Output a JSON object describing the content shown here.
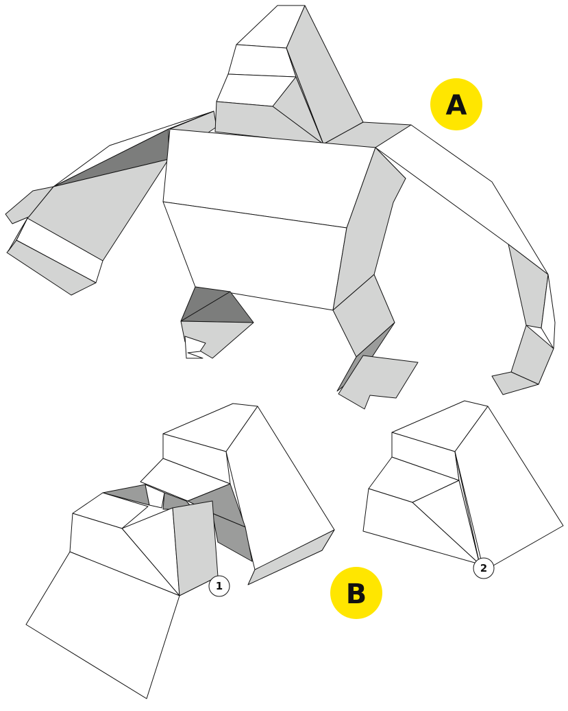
{
  "figure": {
    "callouts": [
      {
        "label": "A",
        "color": "#ffe600"
      },
      {
        "label": "B",
        "color": "#ffe600"
      }
    ],
    "steps": [
      {
        "number": "1"
      },
      {
        "number": "2"
      }
    ],
    "fill_colors": {
      "white": "#ffffff",
      "light_gray": "#d3d4d3",
      "medium_gray": "#9b9c9b",
      "dark_gray": "#7c7d7c",
      "outline": "#111111"
    }
  }
}
